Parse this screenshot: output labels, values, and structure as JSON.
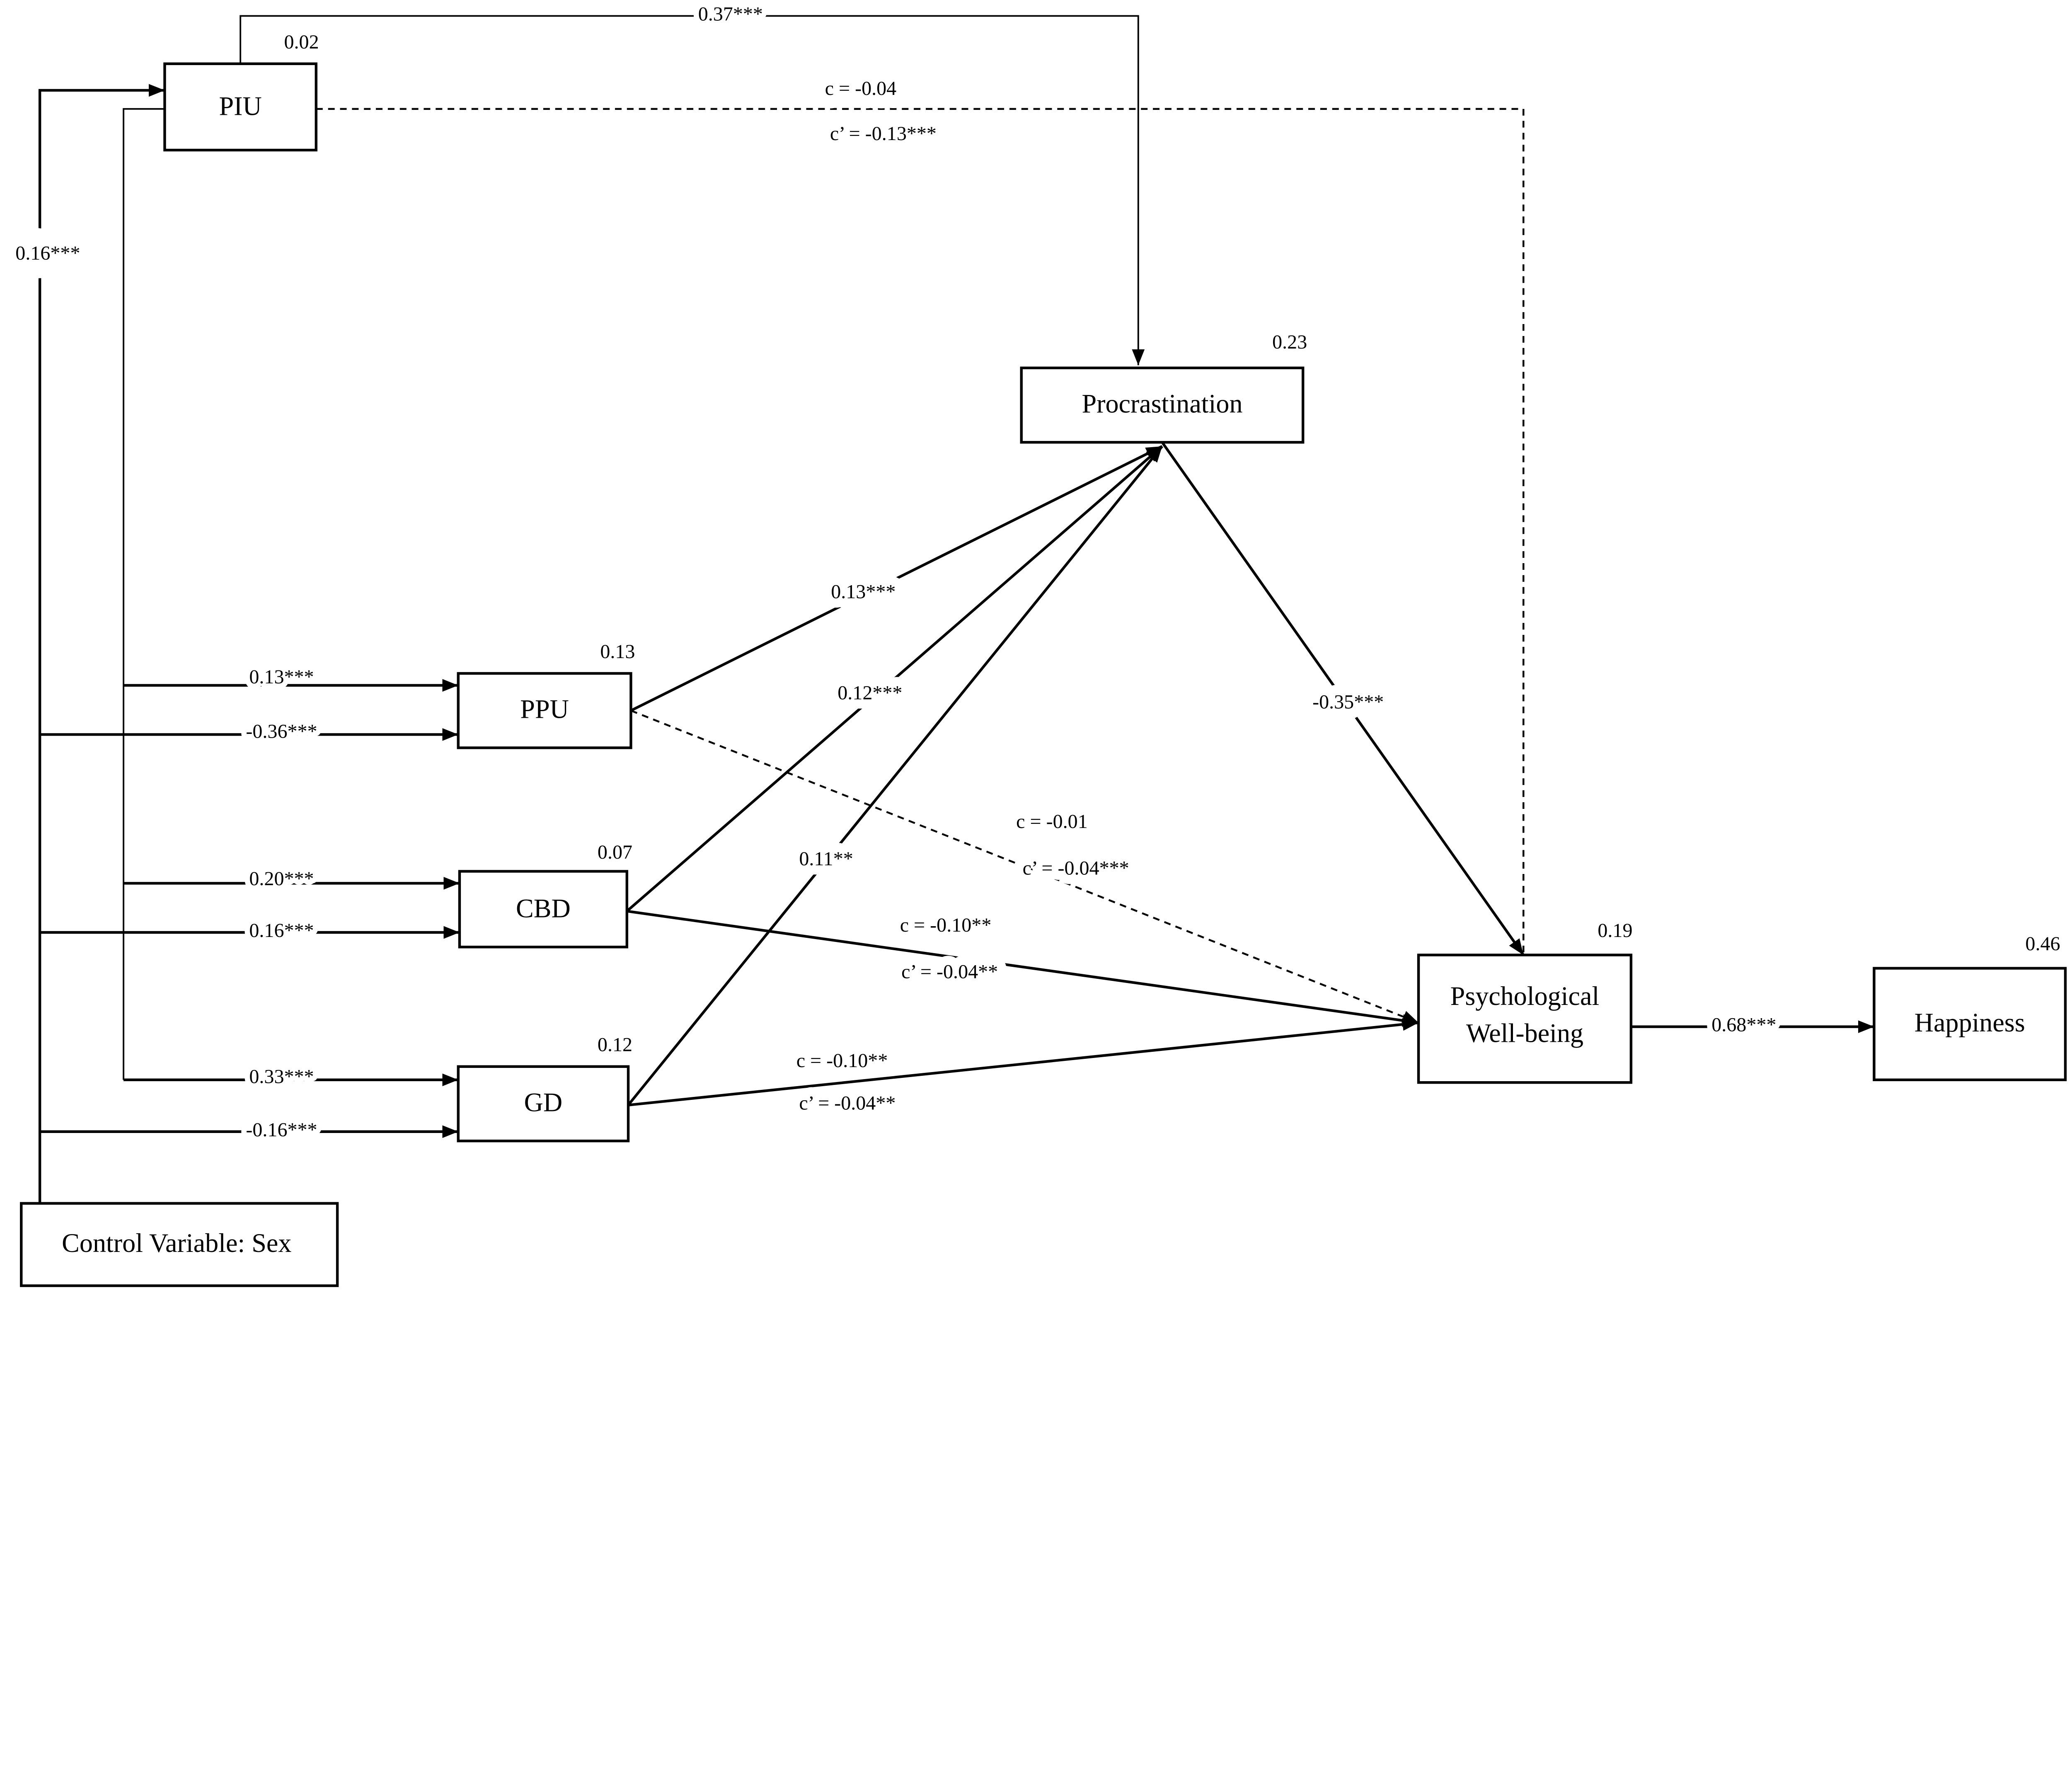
{
  "nodes": {
    "piu": {
      "label": "PIU",
      "r2": "0.02"
    },
    "procrastination": {
      "label": "Procrastination",
      "r2": "0.23"
    },
    "ppu": {
      "label": "PPU",
      "r2": "0.13"
    },
    "cbd": {
      "label": "CBD",
      "r2": "0.07"
    },
    "gd": {
      "label": "GD",
      "r2": "0.12"
    },
    "pwb": {
      "label_line1": "Psychological",
      "label_line2": "Well-being",
      "r2": "0.19"
    },
    "happiness": {
      "label": "Happiness",
      "r2": "0.46"
    },
    "sex": {
      "label": "Control Variable: Sex"
    }
  },
  "paths": {
    "piu_proc": "0.37***",
    "sex_piu": "0.16***",
    "piu_pwb_c": "c = -0.04",
    "piu_pwb_cprime": "c’ = -0.13***",
    "piu_ppu": "0.13***",
    "sex_ppu": "-0.36***",
    "piu_cbd": "0.20***",
    "sex_cbd": "0.16***",
    "piu_gd": "0.33***",
    "sex_gd": "-0.16***",
    "ppu_proc": "0.13***",
    "cbd_proc": "0.12***",
    "gd_proc": "0.11**",
    "proc_pwb": "-0.35***",
    "ppu_pwb_c": "c = -0.01",
    "ppu_pwb_cprime": "c’ = -0.04***",
    "cbd_pwb_c": "c = -0.10**",
    "cbd_pwb_cprime": "c’ = -0.04**",
    "gd_pwb_c": "c = -0.10**",
    "gd_pwb_cprime": "c’ = -0.04**",
    "pwb_happiness": "0.68***"
  }
}
